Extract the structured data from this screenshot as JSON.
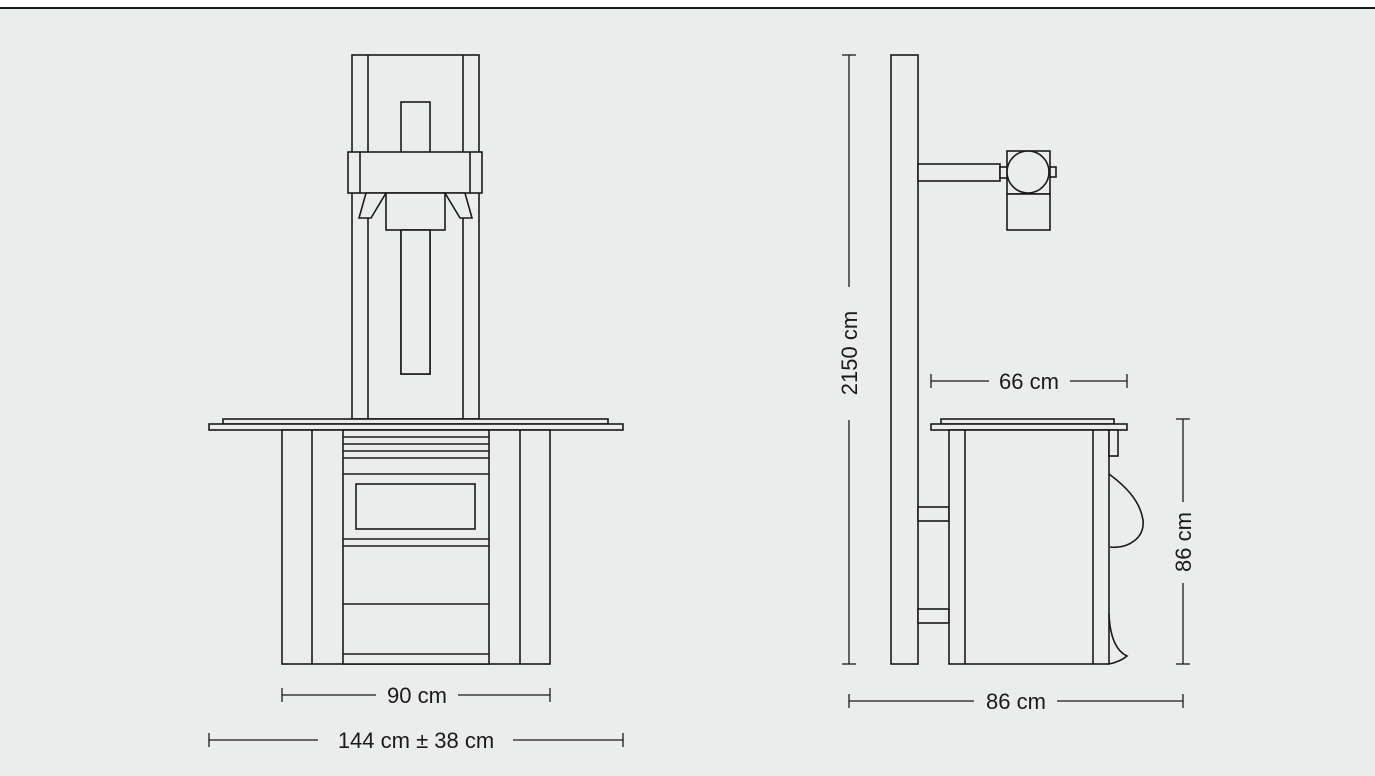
{
  "dimensions": {
    "front_inner_width": "90 cm",
    "front_outer_width": "144 cm ± 38 cm",
    "side_total_height": "2150 cm",
    "side_table_width": "66 cm",
    "side_cabinet_height": "86 cm",
    "side_total_depth": "86 cm"
  },
  "colors": {
    "background": "#ebedec",
    "line": "#1a1a1a"
  }
}
